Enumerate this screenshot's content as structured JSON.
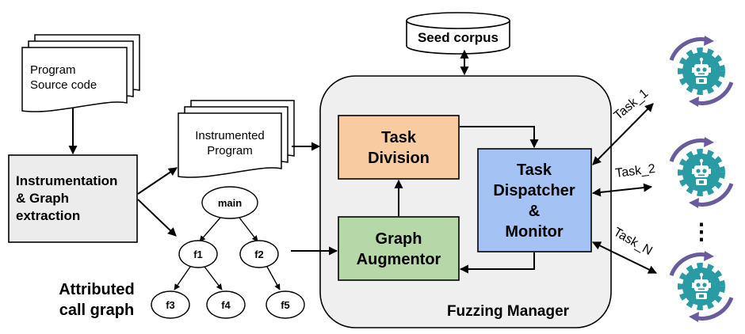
{
  "source_code": {
    "line1": "Program",
    "line2": "Source code"
  },
  "instrumented": {
    "line1": "Instrumented",
    "line2": "Program"
  },
  "instrumentation": {
    "line1": "Instrumentation",
    "line2": "& Graph",
    "line3": "extraction"
  },
  "seed_corpus": {
    "label": "Seed corpus"
  },
  "fuzzing_manager": {
    "label": "Fuzzing Manager"
  },
  "task_division": {
    "line1": "Task",
    "line2": "Division"
  },
  "dispatcher": {
    "line1": "Task",
    "line2": "Dispatcher",
    "line3": "&",
    "line4": "Monitor"
  },
  "augmentor": {
    "line1": "Graph",
    "line2": "Augmentor"
  },
  "call_graph": {
    "caption1": "Attributed",
    "caption2": "call graph",
    "nodes": {
      "main": "main",
      "f1": "f1",
      "f2": "f2",
      "f3": "f3",
      "f4": "f4",
      "f5": "f5"
    }
  },
  "tasks": {
    "task1": "Task_1",
    "task2": "Task_2",
    "taskN": "Task_N",
    "ellipsis": "⋮"
  },
  "colors": {
    "task_division": "#f9cba0",
    "dispatcher": "#a4c2f4",
    "augmentor": "#b6d7a8",
    "instrumentation": "#ececec",
    "manager_bg": "#efefef",
    "worker_purple": "#6a5a9e",
    "worker_teal": "#2a9aa4"
  },
  "icons": {
    "worker": "robot-gear-icon"
  }
}
